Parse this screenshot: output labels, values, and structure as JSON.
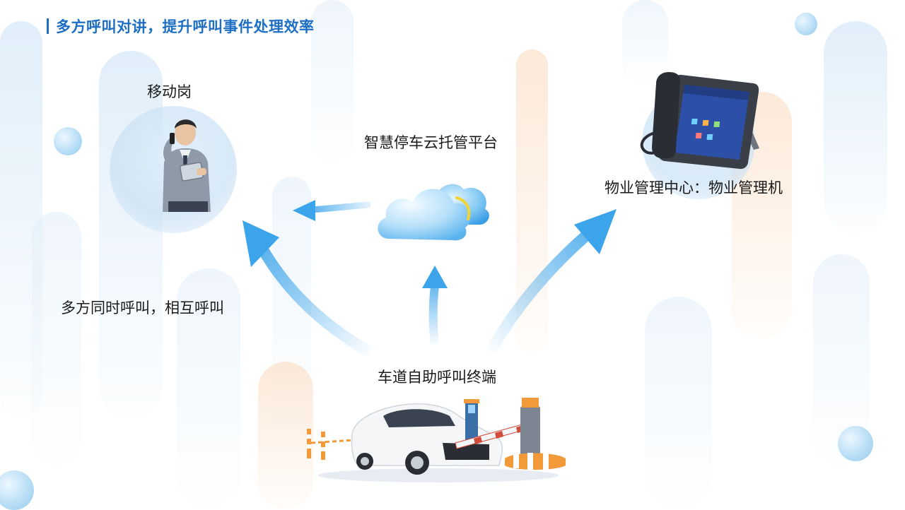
{
  "header": {
    "title": "多方呼叫对讲，提升呼叫事件处理效率"
  },
  "nodes": {
    "mobile_post": "移动岗",
    "cloud_platform": "智慧停车云托管平台",
    "property_center": "物业管理中心：物业管理机",
    "lane_terminal": "车道自助呼叫终端"
  },
  "annotation": "多方同时呼叫，相互呼叫",
  "colors": {
    "title": "#1d6fc4",
    "arrow": "#3ba4ea",
    "background": "#ffffff"
  }
}
